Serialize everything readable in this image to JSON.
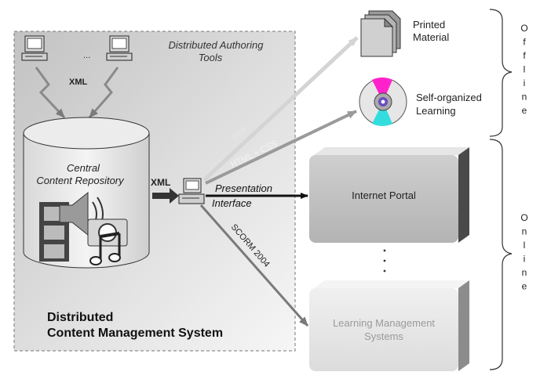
{
  "dcms": {
    "authoring_label_1": "Distributed Authoring",
    "authoring_label_2": "Tools",
    "ellipsis": "...",
    "xml_top": "XML",
    "repo_label_1": "Central",
    "repo_label_2": "Content Repository",
    "xml_side": "XML",
    "system_label_1": "Distributed",
    "system_label_2": "Content Management System"
  },
  "channels": {
    "pdf": "PDF",
    "html_css": "HTML + CSS",
    "presentation_1": "Presentation",
    "presentation_2": "Interface",
    "scorm": "SCORM 2004"
  },
  "outputs": {
    "printed_1": "Printed",
    "printed_2": "Material",
    "selforg_1": "Self-organized",
    "selforg_2": "Learning",
    "portal": "Internet Portal",
    "lms_1": "Learning Management",
    "lms_2": "Systems"
  },
  "groups": {
    "offline": [
      "O",
      "f",
      "f",
      "l",
      "i",
      "n",
      "e"
    ],
    "online": [
      "O",
      "n",
      "l",
      "i",
      "n",
      "e"
    ]
  }
}
